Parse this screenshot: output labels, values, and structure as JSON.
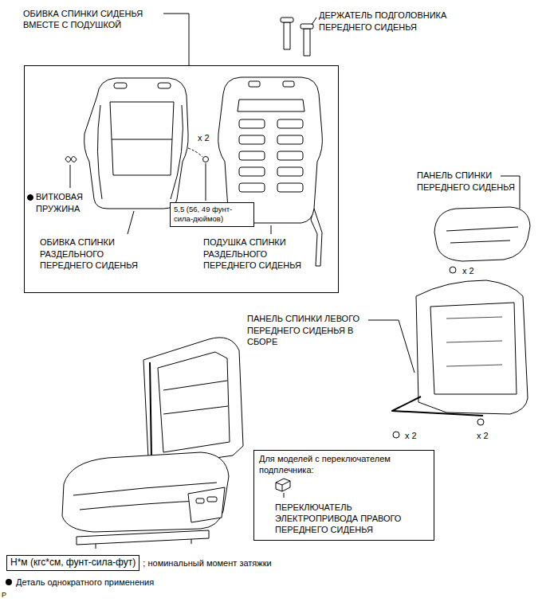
{
  "diagram": {
    "nodes": [
      {
        "text": [
          "ОБИВКА СПИНКИ СИДЕНЬЯ ВМЕСТЕ С ПОДУШКОЙ"
        ]
      },
      {
        "text": [
          "5,5 (56, 49 фунт-сила-дюймов)"
        ],
        "in": 0
      },
      {
        "text": [
          "Для моделей с переключателем подплечника:",
          "ПЕРЕКЛЮЧАТЕЛЬ ЭЛЕКТРОПРИВОДА ПРАВОГО ПЕРЕДНЕГО СИДЕНЬЯ"
        ]
      },
      {
        "text": [
          "Н*м (кгс*см, фунт-сила-фут)"
        ]
      }
    ],
    "labels": [
      "ДЕРЖАТЕЛЬ ПОДГОЛОВНИКА ПЕРЕДНЕГО СИДЕНЬЯ",
      "x 2",
      "ВИТКОВАЯ ПРУЖИНА",
      "ОБИВКА СПИНКИ РАЗДЕЛЬНОГО ПЕРЕДНЕГО СИДЕНЬЯ",
      "ПОДУШКА СПИНКИ РАЗДЕЛЬНОГО ПЕРЕДНЕГО СИДЕНЬЯ",
      "ПАНЕЛЬ СПИНКИ ПЕРЕДНЕГО СИДЕНЬЯ",
      "x 2",
      "ПАНЕЛЬ СПИНКИ ЛЕВОГО ПЕРЕДНЕГО СИДЕНЬЯ В СБОРЕ",
      "x 2",
      "x 2",
      "; номинальный момент затяжки",
      "P"
    ],
    "legend": [
      {
        "text": "Деталь однократного применения"
      }
    ]
  }
}
